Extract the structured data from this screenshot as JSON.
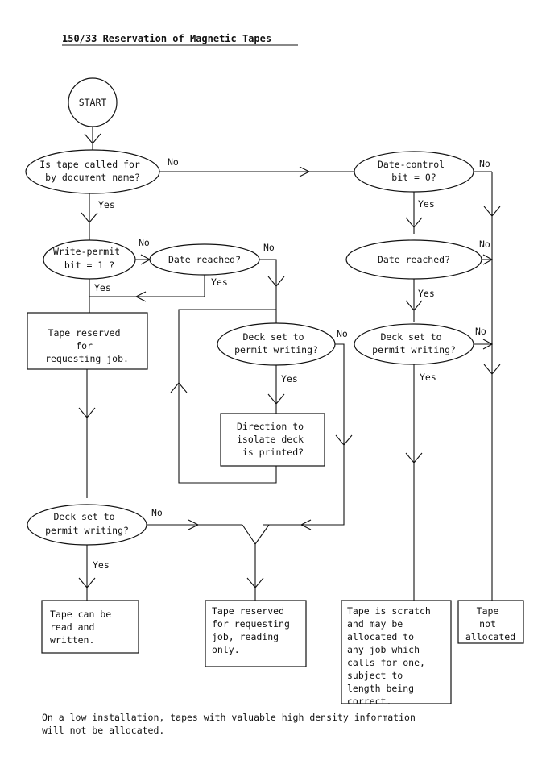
{
  "title": "150/33 Reservation of Magnetic Tapes",
  "footnote": [
    "On a low installation, tapes with valuable high density information",
    "will not be allocated."
  ],
  "nodes": {
    "start": [
      "START"
    ],
    "q_doc_name": [
      "Is tape called for",
      "by document name?"
    ],
    "q_write_permit": [
      "Write-permit",
      "bit =  1 ?"
    ],
    "q_date_reached_mid": [
      "Date reached?"
    ],
    "q_deck_mid": [
      "Deck set to",
      "permit writing?"
    ],
    "box_direction": [
      "Direction to",
      "isolate deck",
      "is printed?"
    ],
    "box_reserved": [
      "Tape reserved",
      "for",
      "requesting job."
    ],
    "q_deck_left": [
      "Deck set to",
      "permit writing?"
    ],
    "box_read_written": [
      "Tape can be",
      "read and",
      "written."
    ],
    "box_read_only": [
      "Tape reserved",
      "for requesting",
      "job, reading",
      "only."
    ],
    "q_date_control": [
      "Date-control",
      "bit = 0?"
    ],
    "q_date_reached_right": [
      "Date reached?"
    ],
    "q_deck_right": [
      "Deck set to",
      "permit writing?"
    ],
    "box_scratch": [
      "Tape is scratch",
      "and may be",
      "allocated to",
      "any job which",
      "calls for one,",
      "subject to",
      "length being",
      "correct."
    ],
    "box_not_allocated": [
      "Tape",
      "not",
      "allocated"
    ]
  },
  "labels": {
    "doc_no": "No",
    "doc_yes": "Yes",
    "wp_no": "No",
    "wp_yes": "Yes",
    "dr_mid_no": "No",
    "dr_mid_yes": "Yes",
    "deck_mid_no": "No",
    "deck_mid_yes": "Yes",
    "deck_left_no": "No",
    "deck_left_yes": "Yes",
    "dc_no": "No",
    "dc_yes": "Yes",
    "dr_right_no": "No",
    "dr_right_yes": "Yes",
    "deck_right_no": "No",
    "deck_right_yes": "Yes"
  }
}
